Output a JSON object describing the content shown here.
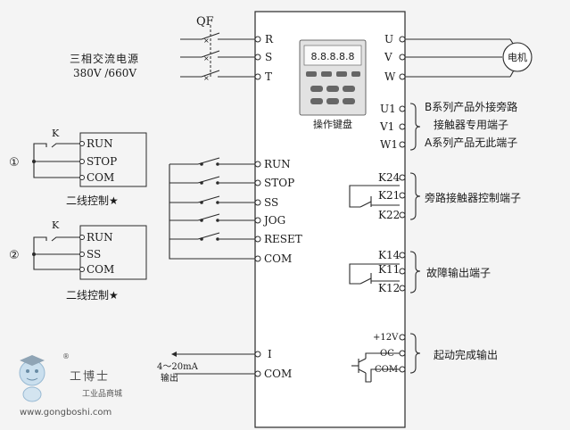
{
  "breaker_label": "QF",
  "power_supply": {
    "line1": "三相交流电源",
    "line2": "380V /660V"
  },
  "input_terminals": [
    "R",
    "S",
    "T"
  ],
  "output_terminals": [
    "U",
    "V",
    "W"
  ],
  "motor_label": "电机",
  "keyboard": {
    "display": "8.8.8.8.8",
    "label": "操作键盘"
  },
  "bypass_terminals": [
    "U1",
    "V1",
    "W1"
  ],
  "bypass_note": {
    "line1": "B系列产品外接旁路",
    "line2": "接触器专用端子",
    "line3": "A系列产品无此端子"
  },
  "bypass_contactor_terminals": [
    "K24",
    "K21",
    "K22"
  ],
  "bypass_contactor_label": "旁路接触器控制端子",
  "fault_terminals": [
    "K14",
    "K11",
    "K12"
  ],
  "fault_label": "故障输出端子",
  "start_complete_terminals": [
    "+12V",
    "OC",
    "COM"
  ],
  "start_complete_label": "起动完成输出",
  "control_terminals": [
    "RUN",
    "STOP",
    "SS",
    "JOG",
    "RESET",
    "COM"
  ],
  "analog_terminals": [
    "I",
    "COM"
  ],
  "analog_output": {
    "line1": "4～20mA",
    "line2": "输出"
  },
  "two_wire_1": {
    "number": "①",
    "switch": "K",
    "terminals": [
      "RUN",
      "STOP",
      "COM"
    ],
    "caption": "二线控制★"
  },
  "two_wire_2": {
    "number": "②",
    "switch": "K",
    "terminals": [
      "RUN",
      "SS",
      "COM"
    ],
    "caption": "二线控制★"
  },
  "watermark": {
    "brand": "工博士",
    "registered": "®",
    "tagline": "工业品商城",
    "url": "www.gongboshi.com"
  }
}
